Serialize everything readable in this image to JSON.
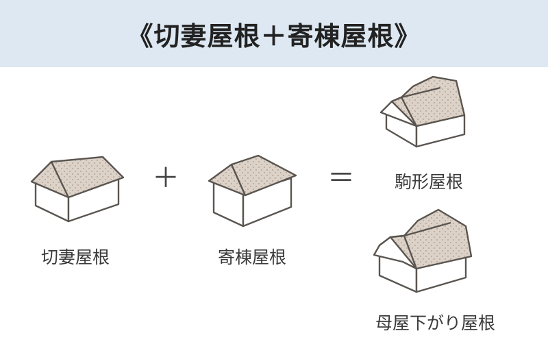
{
  "title": "《切妻屋根＋寄棟屋根》",
  "operators": {
    "plus": "＋",
    "equals": "＝"
  },
  "labels": {
    "kirizuma": "切妻屋根",
    "yosemune": "寄棟屋根",
    "komagata": "駒形屋根",
    "moya_sagari": "母屋下がり屋根"
  },
  "colors": {
    "header_bg": "#dde8f2",
    "roof_fill": "#dcd2c8",
    "roof_dot": "#a89888",
    "outline": "#5a5550",
    "wall_fill": "#ffffff"
  }
}
